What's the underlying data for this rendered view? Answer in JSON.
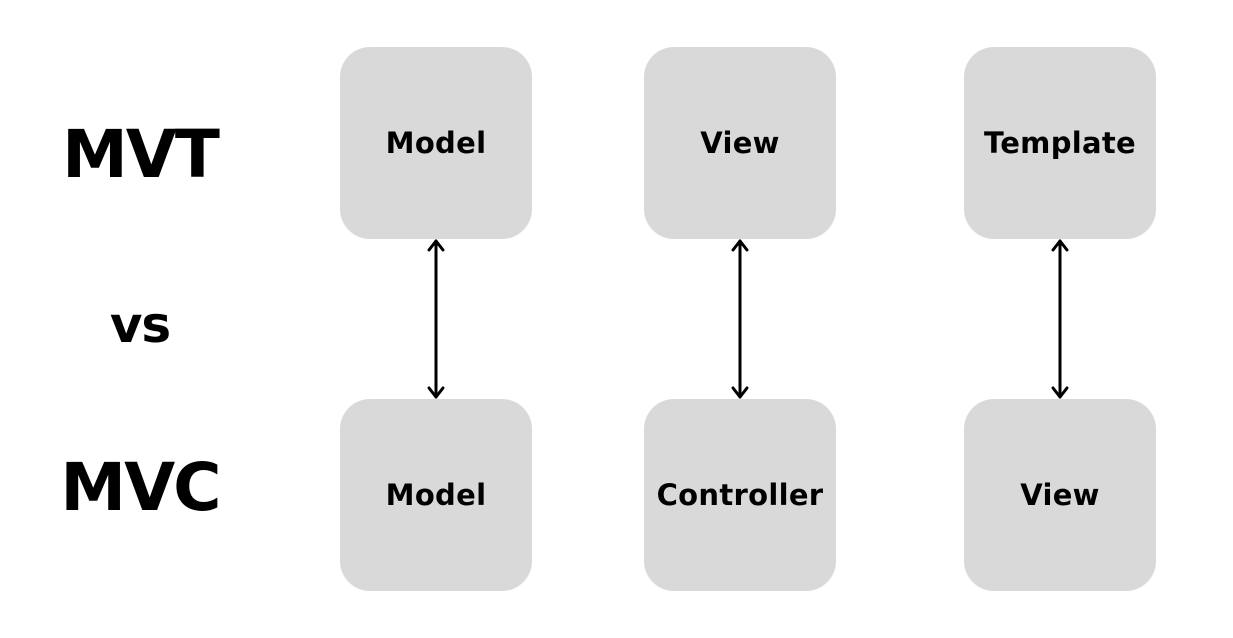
{
  "labels": {
    "top": "MVT",
    "middle": "vs",
    "bottom": "MVC"
  },
  "columns": [
    {
      "top": "Model",
      "bottom": "Model"
    },
    {
      "top": "View",
      "bottom": "Controller"
    },
    {
      "top": "Template",
      "bottom": "View"
    }
  ],
  "colors": {
    "box_fill": "#d9d9d9",
    "text": "#000000",
    "arrow": "#000000"
  }
}
